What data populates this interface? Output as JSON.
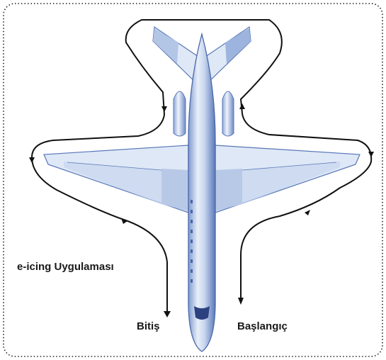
{
  "labels": {
    "procedure": "e-icing Uygulaması",
    "end": "Bitiş",
    "start": "Başlangıç"
  },
  "colors": {
    "frame": "#222222",
    "path": "#111111",
    "aircraft_light": "#dfe8f6",
    "aircraft_mid": "#9db4df",
    "aircraft_dark": "#5877b8"
  }
}
